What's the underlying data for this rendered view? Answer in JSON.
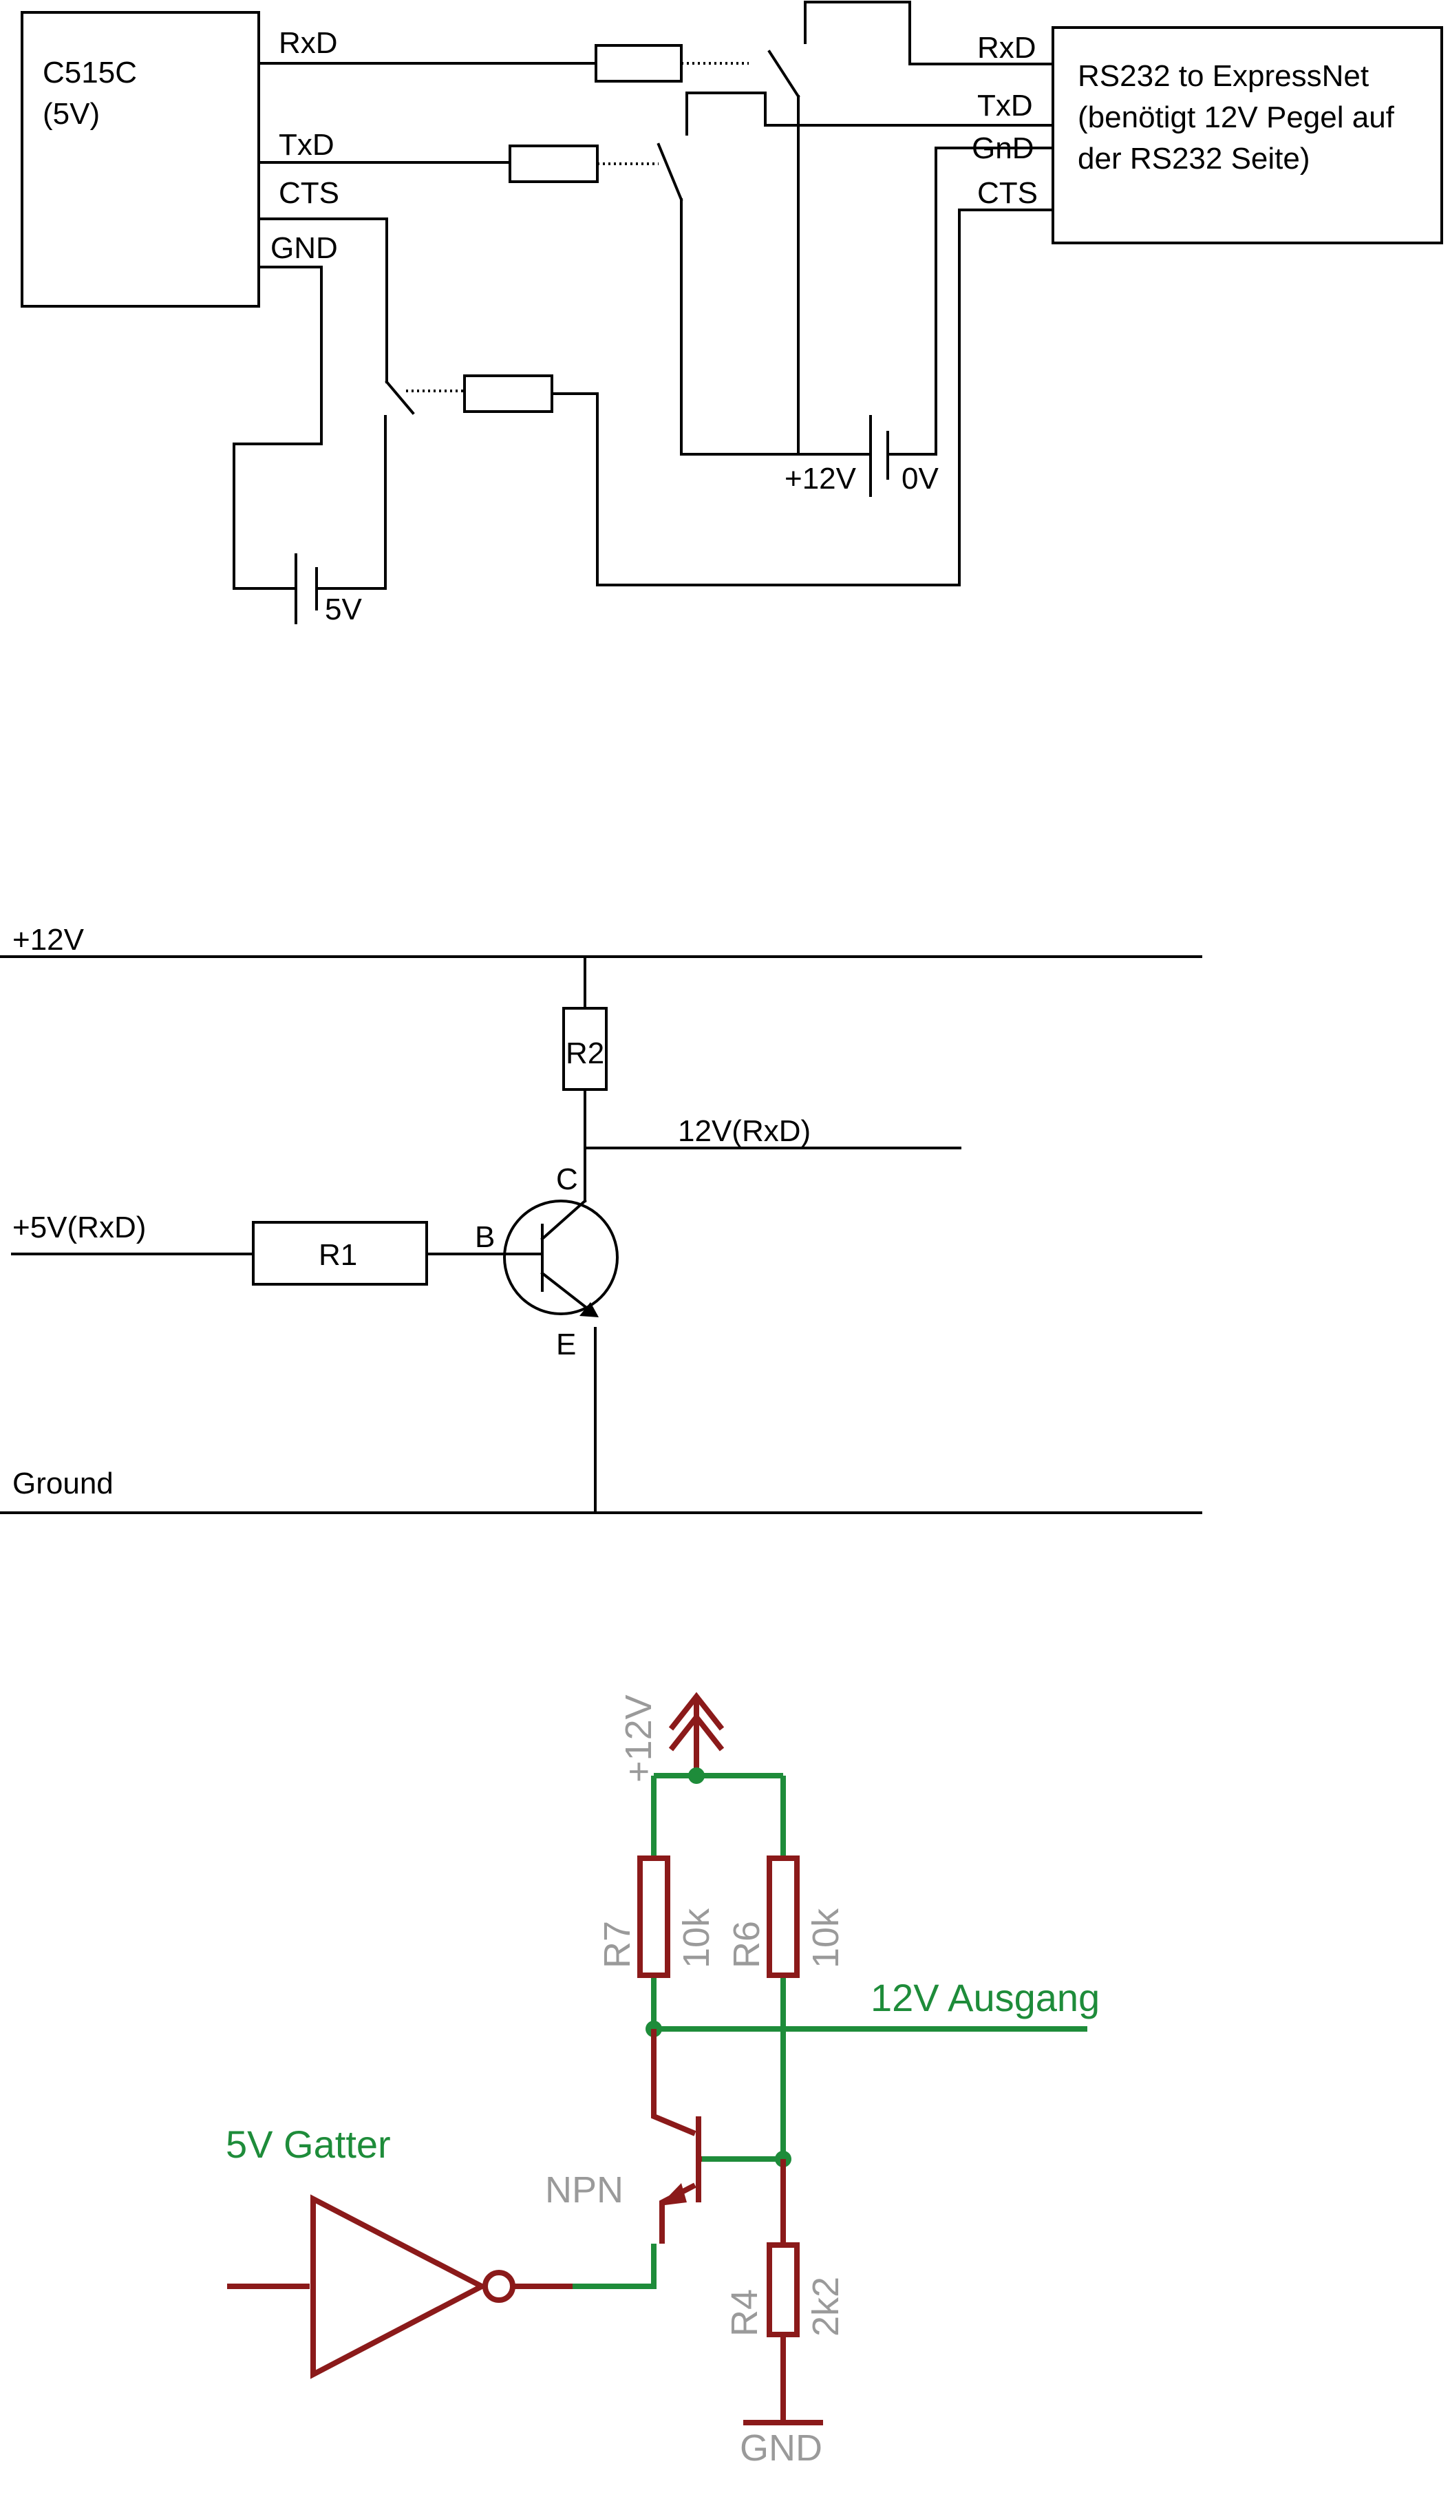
{
  "diagram1": {
    "mcu": {
      "name": "C515C",
      "voltage": "(5V)"
    },
    "mcu_pins": {
      "rxd": "RxD",
      "txd": "TxD",
      "cts": "CTS",
      "gnd": "GND"
    },
    "converter": {
      "line1": "RS232 to ExpressNet",
      "line2": "(benötigt 12V Pegel auf",
      "line3": "der RS232 Seite)"
    },
    "conv_pins": {
      "rxd": "RxD",
      "txd": "TxD",
      "gnd": "GnD",
      "cts": "CTS"
    },
    "battery_12v": {
      "plus": "+12V",
      "minus": "0V"
    },
    "battery_5v": {
      "label": "5V"
    }
  },
  "diagram2": {
    "rail_top": "+12V",
    "rail_bottom": "Ground",
    "input": "+5V(RxD)",
    "output": "12V(RxD)",
    "r1": "R1",
    "r2": "R2",
    "pin_b": "B",
    "pin_c": "C",
    "pin_e": "E"
  },
  "diagram3": {
    "supply": "+12V",
    "r7_name": "R7",
    "r7_value": "10k",
    "r6_name": "R6",
    "r6_value": "10k",
    "r4_name": "R4",
    "r4_value": "2k2",
    "transistor": "NPN",
    "gnd": "GND",
    "output_label": "12V Ausgang",
    "gate_label": "5V Gatter"
  },
  "colors": {
    "wire_red": "#8b1a1a",
    "net_green": "#1e8c3a",
    "value_gray": "#9a9a9a"
  }
}
